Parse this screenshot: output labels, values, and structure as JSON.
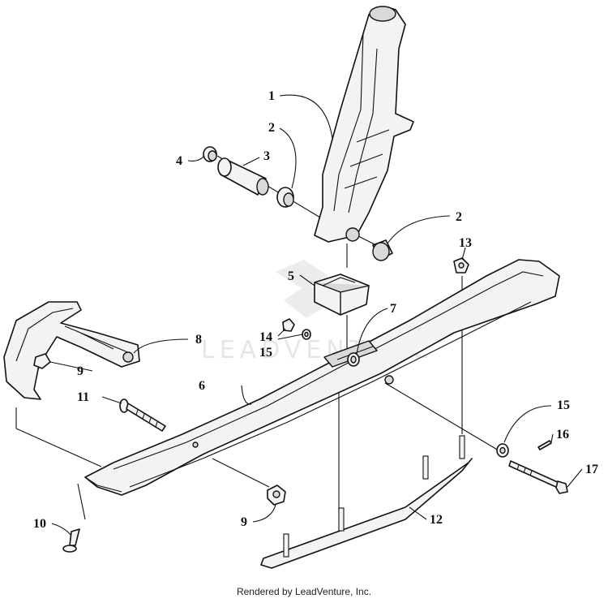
{
  "watermark": "LEADVENTURE",
  "footer": "Rendered by LeadVenture, Inc.",
  "callouts": {
    "c1": "1",
    "c2a": "2",
    "c2b": "2",
    "c3": "3",
    "c4": "4",
    "c5": "5",
    "c6": "6",
    "c7": "7",
    "c8": "8",
    "c9a": "9",
    "c9b": "9",
    "c10": "10",
    "c11": "11",
    "c12": "12",
    "c13": "13",
    "c14": "14",
    "c15a": "15",
    "c15b": "15",
    "c16": "16",
    "c17": "17"
  }
}
